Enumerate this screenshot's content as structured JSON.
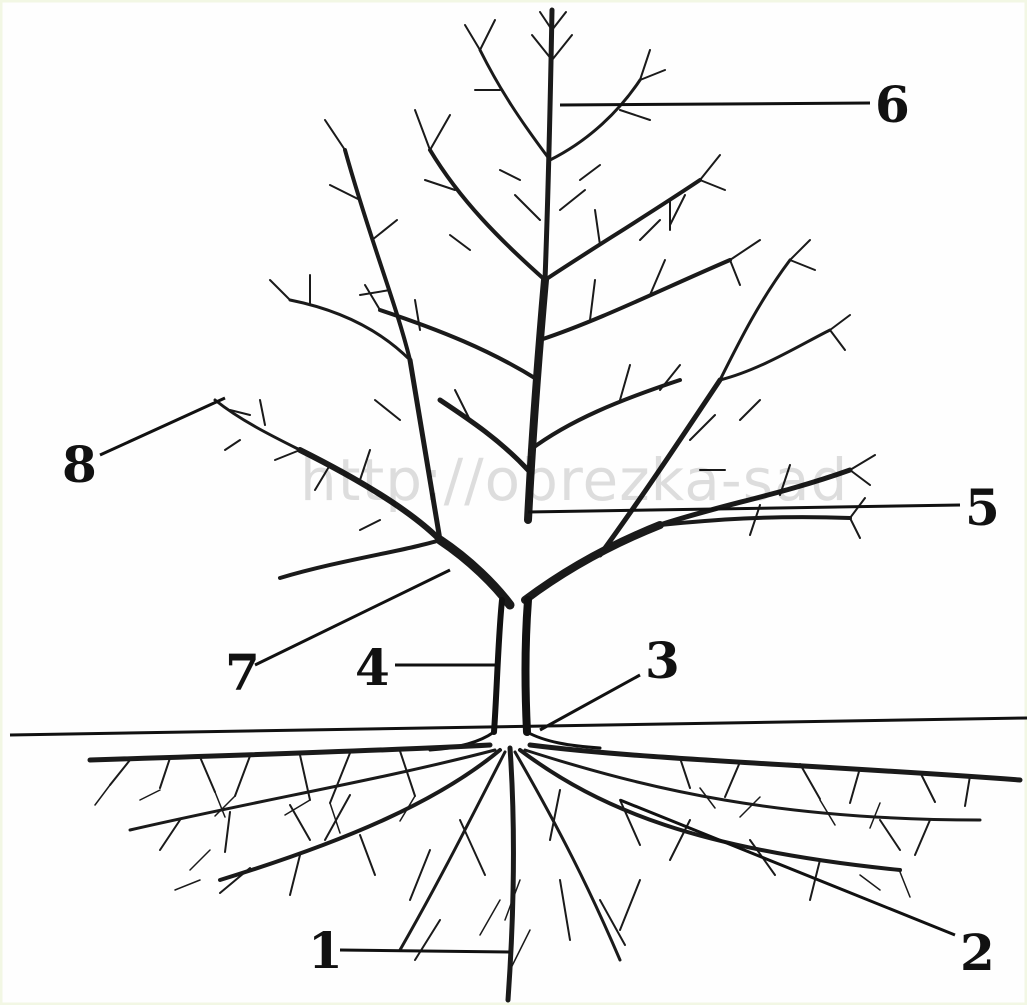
{
  "diagram": {
    "watermark": "http://obrezka-sad",
    "callouts": [
      {
        "id": "1",
        "label": "1"
      },
      {
        "id": "2",
        "label": "2"
      },
      {
        "id": "3",
        "label": "3"
      },
      {
        "id": "4",
        "label": "4"
      },
      {
        "id": "5",
        "label": "5"
      },
      {
        "id": "6",
        "label": "6"
      },
      {
        "id": "7",
        "label": "7"
      },
      {
        "id": "8",
        "label": "8"
      }
    ]
  },
  "colors": {
    "ink": "#111111",
    "paper": "#fefefe",
    "frame": "#f2f7e4"
  }
}
